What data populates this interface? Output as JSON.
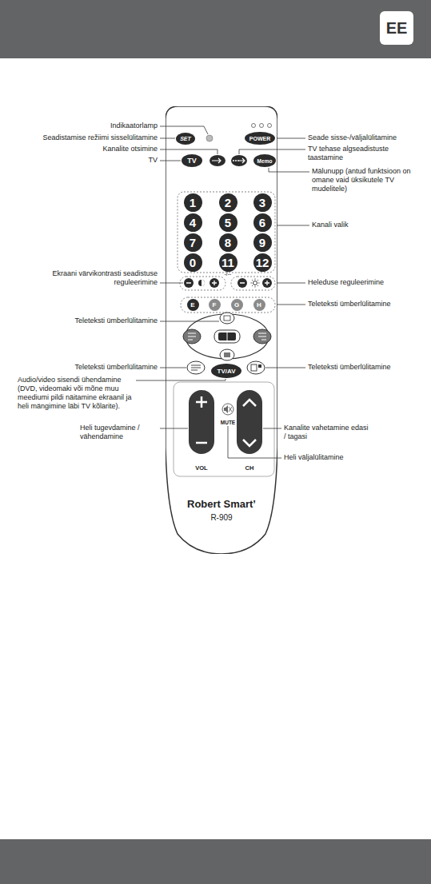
{
  "diagram": {
    "nodes": [
      {
        "text": [
          "Robert Smart’",
          "R-909"
        ]
      },
      {
        "text": [
          "SET"
        ],
        "in": 0
      },
      {
        "text": [
          "POWER"
        ],
        "in": 0
      },
      {
        "text": [
          "TV"
        ],
        "in": 0
      },
      {
        "text": [
          "Memo"
        ],
        "in": 0
      },
      {
        "text": [
          "1"
        ],
        "in": 0
      },
      {
        "text": [
          "2"
        ],
        "in": 0
      },
      {
        "text": [
          "3"
        ],
        "in": 0
      },
      {
        "text": [
          "4"
        ],
        "in": 0
      },
      {
        "text": [
          "5"
        ],
        "in": 0
      },
      {
        "text": [
          "6"
        ],
        "in": 0
      },
      {
        "text": [
          "7"
        ],
        "in": 0
      },
      {
        "text": [
          "8"
        ],
        "in": 0
      },
      {
        "text": [
          "9"
        ],
        "in": 0
      },
      {
        "text": [
          "0"
        ],
        "in": 0
      },
      {
        "text": [
          "11"
        ],
        "in": 0
      },
      {
        "text": [
          "12"
        ],
        "in": 0
      },
      {
        "text": [
          "E"
        ],
        "in": 0
      },
      {
        "text": [
          "F"
        ],
        "in": 0
      },
      {
        "text": [
          "G"
        ],
        "in": 0
      },
      {
        "text": [
          "H"
        ],
        "in": 0
      },
      {
        "text": [
          "TV/AV"
        ],
        "in": 0
      }
    ],
    "labels": [
      "EE",
      "Indikaatorlamp",
      "Seadistamise režiimi sisselülitamine",
      "Seade sisse-/väljalülitamine",
      "Kanalite otsimine",
      "TV tehase algseadistuste taastamine",
      "TV",
      "Mälunupp (antud funktsioon on omane vaid üksikutele TV mudelitele)",
      "Kanali valik",
      "-/--",
      "Ekraani värvikontrasti seadistuse reguleerimine",
      "Heleduse reguleerimine",
      "Teleteksti ümberlülitamine",
      "Teleteksti ümberlülitamine",
      "Teleteksti ümberlülitamine",
      "Teleteksti ümberlülitamine",
      "Audio/video sisendi ühendamine (DVD, videomaki või mõne muu meediumi pildi näitamine ekraanil ja heli mängimine läbi TV kõlarite).",
      "Heli tugevdamine / vähendamine",
      "Kanalite vahetamine edasi / tagasi",
      "MUTE",
      "VOL",
      "CH",
      "Heli väljalülitamine"
    ]
  }
}
